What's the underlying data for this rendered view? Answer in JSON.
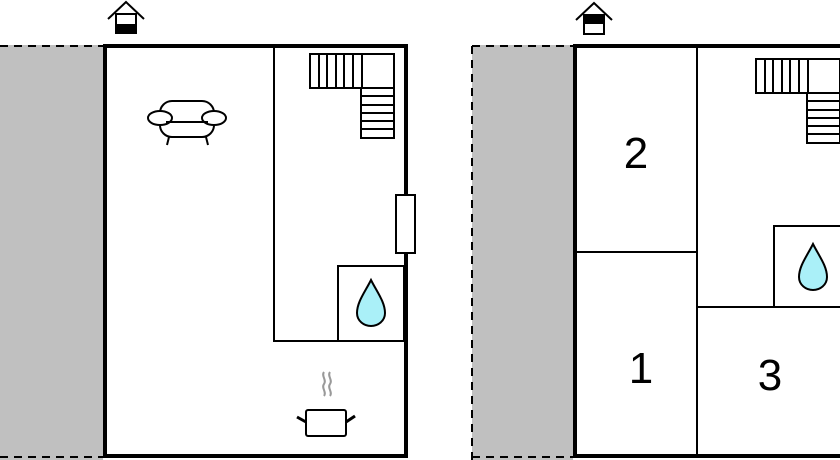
{
  "colors": {
    "wall": "#000000",
    "neighbor": "#c0c0c0",
    "water": "#aaf0f8",
    "steam": "#999999"
  },
  "floors": [
    {
      "name": "ground-floor",
      "icon": "house-ground-floor-icon",
      "rooms": []
    },
    {
      "name": "upper-floor",
      "icon": "house-upper-floor-icon",
      "rooms": [
        {
          "label": "2"
        },
        {
          "label": "1"
        },
        {
          "label": "3"
        }
      ]
    }
  ]
}
